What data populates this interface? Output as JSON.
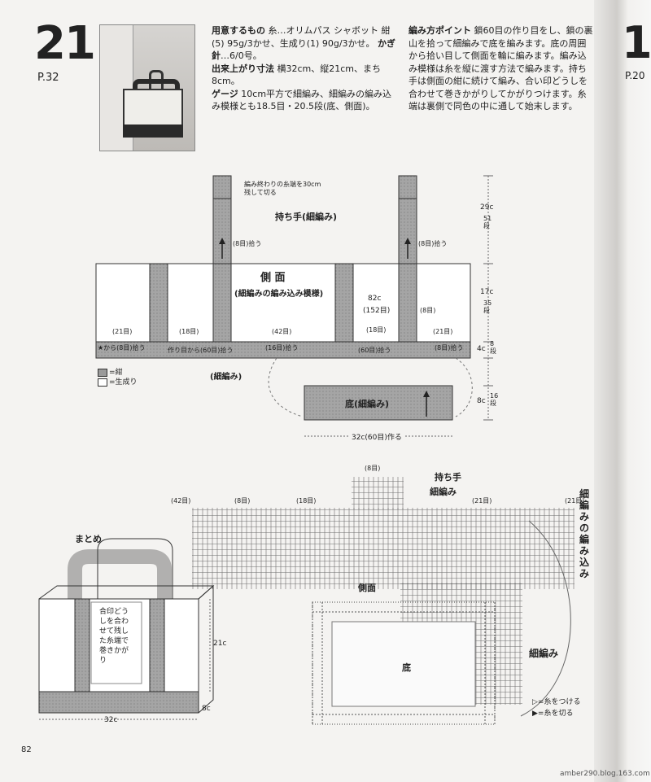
{
  "header": {
    "number": "21",
    "page_ref": "P.32",
    "side_number": "1",
    "side_ref": "P.20"
  },
  "materials": {
    "label_materials": "用意するもの",
    "materials_body": "糸…オリムパス シャボット 紺(5) 95g/3かせ、生成り(1) 90g/3かせ。",
    "label_hook": "かぎ針",
    "hook_body": "…6/0号。",
    "label_size": "出来上がり寸法",
    "size_body": "横32cm、縦21cm、まち8cm。",
    "label_gauge": "ゲージ",
    "gauge_body": "10cm平方で細編み、細編みの編み込み模様とも18.5目・20.5段(底、側面)。"
  },
  "points": {
    "label": "編み方ポイント",
    "body": "鎖60目の作り目をし、鎖の裏山を拾って細編みで底を編みます。底の周囲から拾い目して側面を輪に編みます。編み込み模様は糸を縦に渡す方法で編みます。持ち手は側面の紺に続けて編み、合い印どうしを合わせて巻きかがりしてかがりつけます。糸端は裏側で同色の中に通して始末します。"
  },
  "diagram": {
    "note_cut": "編み終わりの糸端を30cm残して切る",
    "handle_label": "持ち手(細編み)",
    "pick8_left": "(8目)拾う",
    "pick8_right": "(8目)拾う",
    "side_label": "側 面",
    "side_sub": "(細編みの編み込み模様)",
    "circum": "82c",
    "circum_sts": "(152目)",
    "st21a": "(21目)",
    "st18a": "(18目)",
    "st42": "(42目)",
    "st16": "(16目)",
    "st18b": "(18目)",
    "st21b": "(21目)",
    "st8top": "(8目)",
    "from_star": "★から(8目)拾う",
    "pick60_from": "作り目から(60目)拾う",
    "pick16": "(16目)拾う",
    "pick60": "(60目)拾う",
    "pick8_edge": "(8目)拾う",
    "sc_label": "(細編み)",
    "bottom_label": "底(細編み)",
    "bottom_width": "32c(60目)作る",
    "dim_29c": "29c",
    "dim_51": "51段",
    "dim_17c": "17c",
    "dim_35": "35段",
    "dim_4c": "4c",
    "dim_8rows": "8段",
    "dim_8c": "8c",
    "dim_16": "16段"
  },
  "legend": {
    "dark": "=紺",
    "light": "=生成り"
  },
  "chart": {
    "top8": "(8目)",
    "handle": "持ち手",
    "handle_sub": "細編み",
    "st42": "(42目)",
    "st8": "(8目)",
    "st18": "(18目)",
    "st21": "(21目)",
    "st21b": "(21目)",
    "side": "側面",
    "bottom": "底",
    "sc_side": "細編みの編み込み",
    "sc_bottom": "細編み",
    "attach": "=糸をつける",
    "cut": "=糸を切る"
  },
  "finish": {
    "title": "まとめ",
    "note": "合印どうしを合わせて残した糸端で巻きかがり",
    "dim_21c": "21c",
    "dim_32c": "32c",
    "dim_8c": "8c"
  },
  "footer": {
    "page": "82",
    "site": "amber290.blog.163.com"
  }
}
